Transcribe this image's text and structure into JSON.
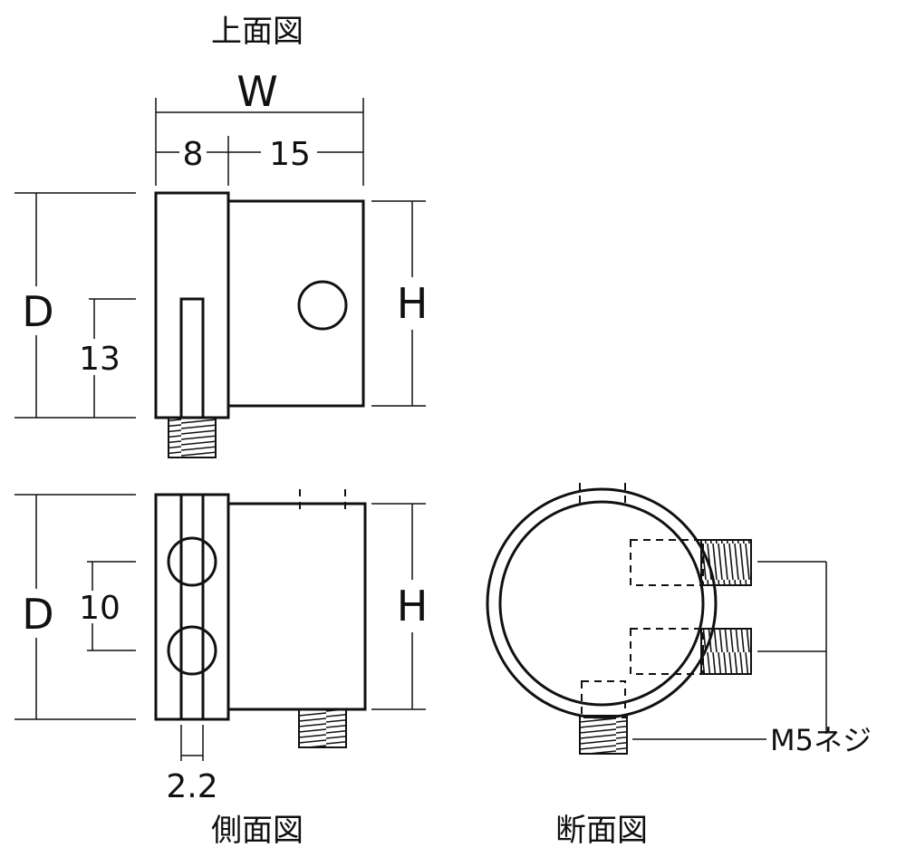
{
  "views": {
    "top": {
      "title": "上面図"
    },
    "side": {
      "title": "側面図"
    },
    "section": {
      "title": "断面図"
    }
  },
  "dimensions": {
    "width_label": "W",
    "width_left": "8",
    "width_right": "15",
    "depth_top": "D",
    "depth_side": "D",
    "height_top": "H",
    "height_side": "H",
    "slot_length": "13",
    "hole_pitch": "10",
    "slot_width": "2.2"
  },
  "callouts": {
    "screw": "M5ネジ"
  }
}
